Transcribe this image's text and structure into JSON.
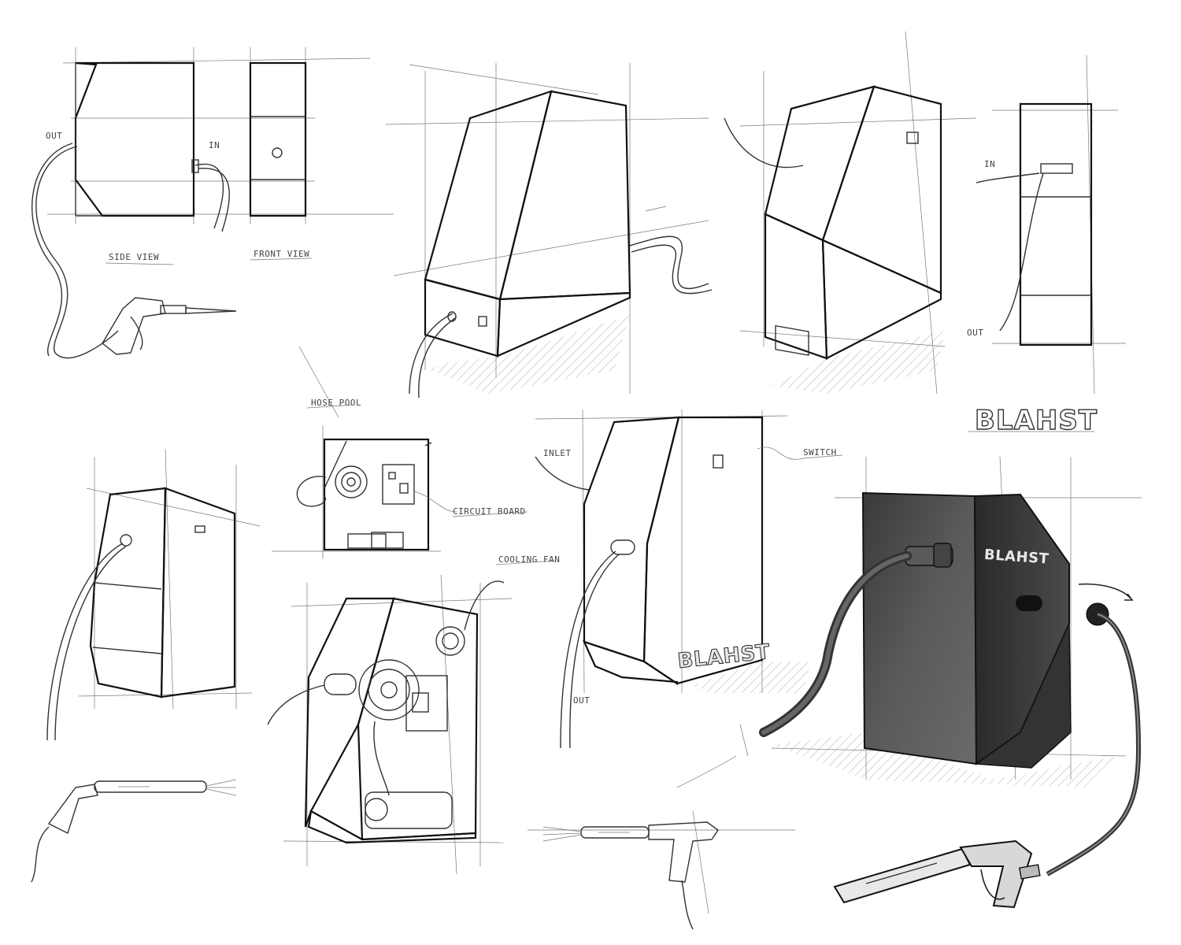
{
  "labels": {
    "out_1": "OUT",
    "in_1": "IN",
    "side_view": "SIDE VIEW",
    "front_view": "FRONT VIEW",
    "in_2": "IN",
    "out_2": "OUT",
    "hose_pool": "HOSE POOL",
    "circuit_board": "CIRCUIT BOARD",
    "inlet": "INLET",
    "switch": "SWITCH",
    "cooling_fan": "COOLING FAN",
    "out_3": "OUT"
  },
  "brand": {
    "title_mark": "BLAHST",
    "rendered_unit_mark": "BLAHST",
    "sketch_unit_mark": "BLAHST"
  },
  "colors": {
    "ink": "#222222",
    "paper": "#ffffff",
    "render_body": "#4a4a4a",
    "render_dark": "#2c2c2c"
  }
}
